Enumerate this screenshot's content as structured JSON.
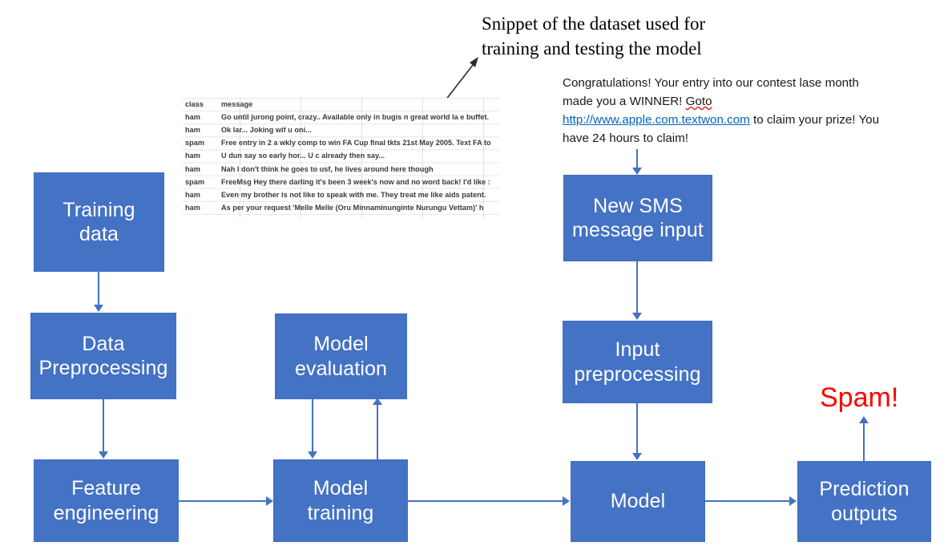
{
  "annotation": {
    "caption": "Snippet of the dataset used for\ntraining and testing the model"
  },
  "dataset_snippet": {
    "columns": [
      "class",
      "message"
    ],
    "rows": [
      {
        "class": "ham",
        "message": "Go until jurong point, crazy.. Available only in bugis n great world la e buffet."
      },
      {
        "class": "ham",
        "message": "Ok lar... Joking wif u oni..."
      },
      {
        "class": "spam",
        "message": "Free entry in 2 a wkly comp to win FA Cup final tkts 21st May 2005. Text FA to"
      },
      {
        "class": "ham",
        "message": "U dun say so early hor... U c already then say..."
      },
      {
        "class": "ham",
        "message": "Nah I don't think he goes to usf, he lives around here though"
      },
      {
        "class": "spam",
        "message": "FreeMsg Hey there darling it's been 3 week's now and no word back! I'd like :"
      },
      {
        "class": "ham",
        "message": "Even my brother is not like to speak with me. They treat me like aids patent."
      },
      {
        "class": "ham",
        "message": "As per your request 'Melle Melle (Oru Minnaminunginte Nurungu Vettam)' h"
      }
    ]
  },
  "sms_sample": {
    "part1": "Congratulations! Your entry into our contest lase month made you a WINNER! ",
    "misspelled_word": "Goto",
    "url": "http://www.apple.com.textwon.com",
    "part2": " to claim your prize! You have 24 hours to claim!"
  },
  "flow": {
    "training_data": "Training\ndata",
    "data_preprocessing": "Data\nPreprocessing",
    "feature_engineering": "Feature\nengineering",
    "model_evaluation": "Model\nevaluation",
    "model_training": "Model\ntraining",
    "new_sms_input": "New SMS\nmessage input",
    "input_preprocessing": "Input\npreprocessing",
    "model": "Model",
    "prediction_outputs": "Prediction\noutputs"
  },
  "result": {
    "label": "Spam!"
  },
  "colors": {
    "box_fill": "#4472C4",
    "box_text": "#FFFFFF",
    "connector": "#4472C4",
    "result_text": "#FF0000",
    "hyperlink": "#0563C1",
    "spellcheck_underline": "#E03030",
    "annotation_text": "#000000"
  }
}
